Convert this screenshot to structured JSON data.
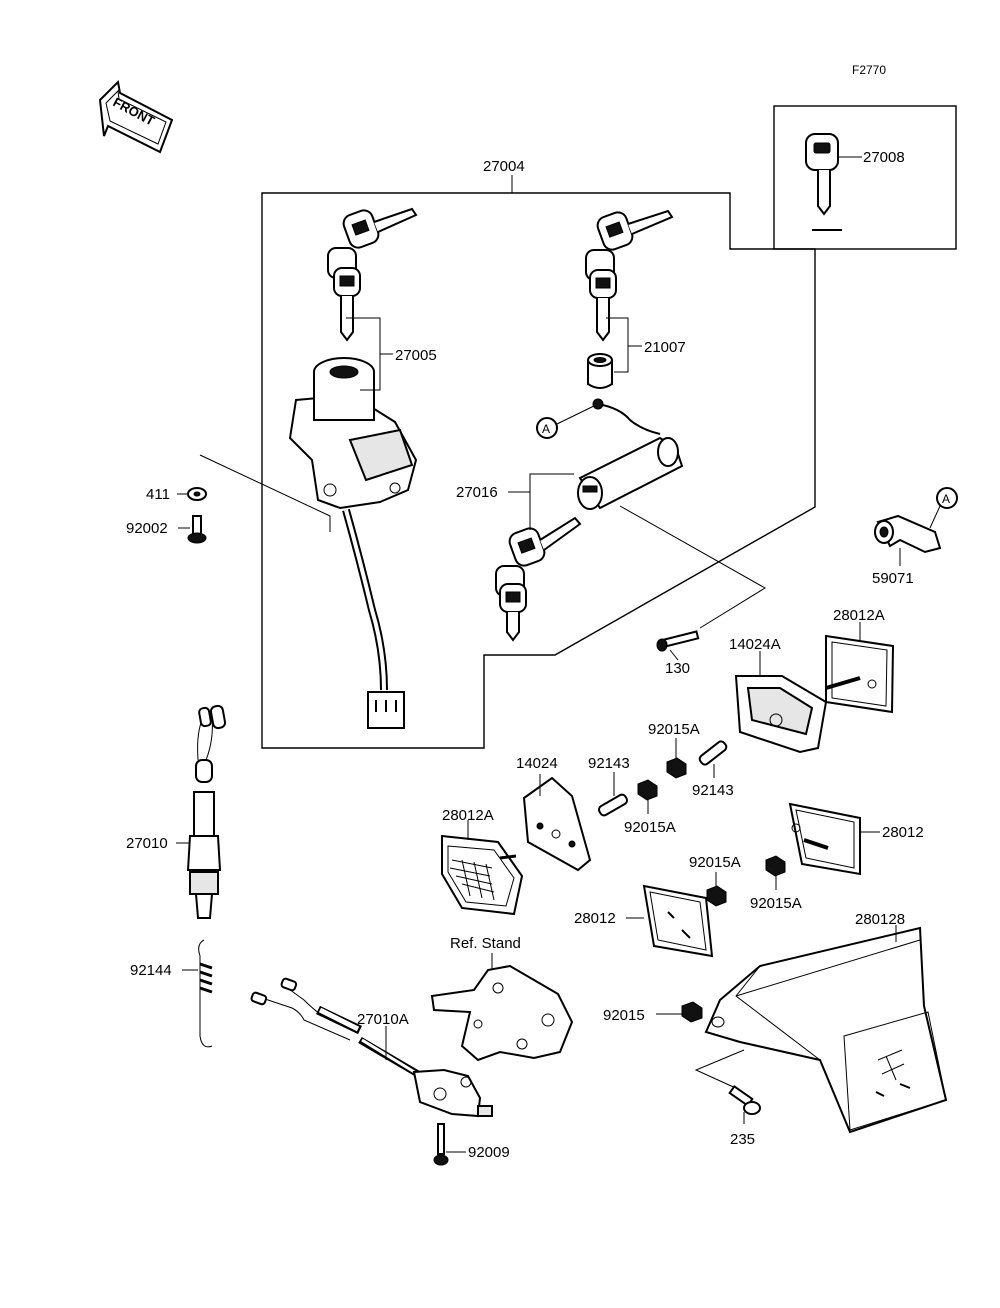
{
  "figure_code": "F2770",
  "front_arrow": {
    "label": "FRONT",
    "icon": "front-direction-arrow"
  },
  "ref_marker": "A",
  "ref_stand_label": "Ref. Stand",
  "parts": {
    "p27004": "27004",
    "p27005": "27005",
    "p27008": "27008",
    "p21007": "21007",
    "p27016": "27016",
    "p411": "411",
    "p92002": "92002",
    "p59071": "59071",
    "p130": "130",
    "p14024A": "14024A",
    "p28012A_top": "28012A",
    "p92015A_a": "92015A",
    "p92143_a": "92143",
    "p14024": "14024",
    "p92143_b": "92143",
    "p28012A_left": "28012A",
    "p92015A_b": "92015A",
    "p28012_right": "28012",
    "p92015A_c": "92015A",
    "p92015A_d": "92015A",
    "p28012_mid": "28012",
    "p280128": "280128",
    "p27010": "27010",
    "p92144": "92144",
    "p27010A": "27010A",
    "p92015": "92015",
    "p235": "235",
    "p92009": "92009"
  }
}
